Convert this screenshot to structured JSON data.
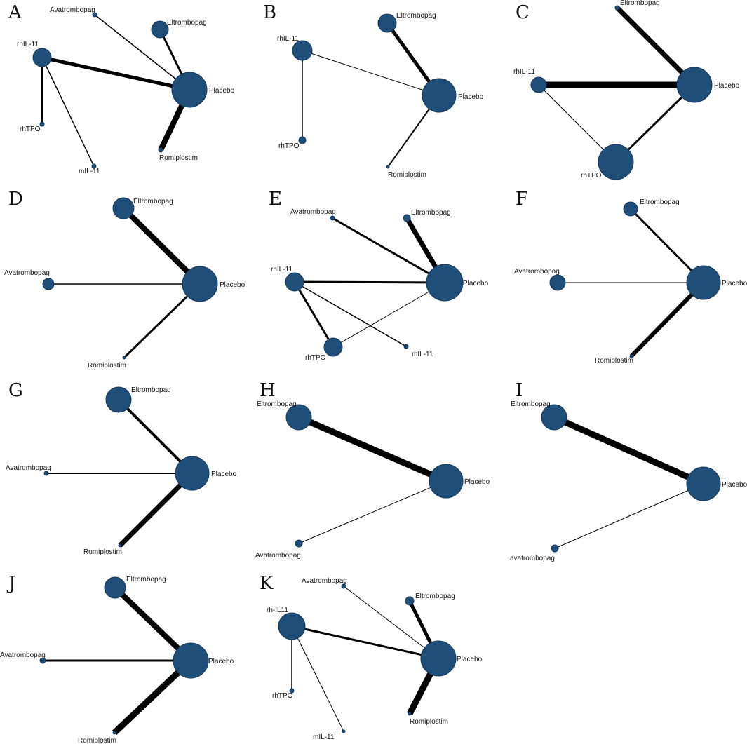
{
  "panels": [
    {
      "letter": "A",
      "nodes": [
        {
          "id": "avatrombopag",
          "label": "Avatrombopag"
        },
        {
          "id": "eltrombopag",
          "label": "Eltrombopag"
        },
        {
          "id": "rhil11",
          "label": "rhIL-11"
        },
        {
          "id": "placebo",
          "label": "Placebo"
        },
        {
          "id": "rhtpo",
          "label": "rhTPO"
        },
        {
          "id": "mil11",
          "label": "mIL-11"
        },
        {
          "id": "romiplostim",
          "label": "Romiplostim"
        }
      ],
      "edges": [
        [
          "avatrombopag",
          "placebo"
        ],
        [
          "eltrombopag",
          "placebo"
        ],
        [
          "rhil11",
          "placebo"
        ],
        [
          "romiplostim",
          "placebo"
        ],
        [
          "rhil11",
          "rhtpo"
        ],
        [
          "rhil11",
          "mil11"
        ]
      ]
    },
    {
      "letter": "B",
      "nodes": [
        {
          "id": "eltrombopag",
          "label": "Eltrombopag"
        },
        {
          "id": "rhil11",
          "label": "rhIL-11"
        },
        {
          "id": "placebo",
          "label": "Placebo"
        },
        {
          "id": "rhtpo",
          "label": "rhTPO"
        },
        {
          "id": "romiplostim",
          "label": "Romiplostim"
        }
      ],
      "edges": [
        [
          "eltrombopag",
          "placebo"
        ],
        [
          "rhil11",
          "placebo"
        ],
        [
          "rhil11",
          "rhtpo"
        ],
        [
          "romiplostim",
          "placebo"
        ]
      ]
    },
    {
      "letter": "C",
      "nodes": [
        {
          "id": "eltrombopag",
          "label": "Eltrombopag"
        },
        {
          "id": "rhil11",
          "label": "rhIL-11"
        },
        {
          "id": "placebo",
          "label": "Placebo"
        },
        {
          "id": "rhtpo",
          "label": "rhTPO"
        }
      ],
      "edges": [
        [
          "eltrombopag",
          "placebo"
        ],
        [
          "rhil11",
          "placebo"
        ],
        [
          "rhil11",
          "rhtpo"
        ],
        [
          "rhtpo",
          "placebo"
        ]
      ]
    },
    {
      "letter": "D",
      "nodes": [
        {
          "id": "eltrombopag",
          "label": "Eltrombopag"
        },
        {
          "id": "avatrombopag",
          "label": "Avatrombopag"
        },
        {
          "id": "placebo",
          "label": "Placebo"
        },
        {
          "id": "romiplostim",
          "label": "Romiplostim"
        }
      ],
      "edges": [
        [
          "eltrombopag",
          "placebo"
        ],
        [
          "avatrombopag",
          "placebo"
        ],
        [
          "romiplostim",
          "placebo"
        ]
      ]
    },
    {
      "letter": "E",
      "nodes": [
        {
          "id": "avatrombopag",
          "label": "Avatrombopag"
        },
        {
          "id": "eltrombopag",
          "label": "Eltrombopag"
        },
        {
          "id": "rhil11",
          "label": "rhIL-11"
        },
        {
          "id": "placebo",
          "label": "Placebo"
        },
        {
          "id": "rhtpo",
          "label": "rhTPO"
        },
        {
          "id": "mil11",
          "label": "mIL-11"
        }
      ],
      "edges": [
        [
          "avatrombopag",
          "placebo"
        ],
        [
          "eltrombopag",
          "placebo"
        ],
        [
          "rhil11",
          "placebo"
        ],
        [
          "rhil11",
          "rhtpo"
        ],
        [
          "rhil11",
          "mil11"
        ],
        [
          "rhtpo",
          "placebo"
        ]
      ]
    },
    {
      "letter": "F",
      "nodes": [
        {
          "id": "eltrombopag",
          "label": "Eltrombopag"
        },
        {
          "id": "avatrombopag",
          "label": "Avatrombopag"
        },
        {
          "id": "placebo",
          "label": "Placebo"
        },
        {
          "id": "romiplostim",
          "label": "Romiplostim"
        }
      ],
      "edges": [
        [
          "eltrombopag",
          "placebo"
        ],
        [
          "avatrombopag",
          "placebo"
        ],
        [
          "romiplostim",
          "placebo"
        ]
      ]
    },
    {
      "letter": "G",
      "nodes": [
        {
          "id": "eltrombopag",
          "label": "Eltrombopag"
        },
        {
          "id": "avatrombopag",
          "label": "Avatrombopag"
        },
        {
          "id": "placebo",
          "label": "Placebo"
        },
        {
          "id": "romiplostim",
          "label": "Romiplostim"
        }
      ],
      "edges": [
        [
          "eltrombopag",
          "placebo"
        ],
        [
          "avatrombopag",
          "placebo"
        ],
        [
          "romiplostim",
          "placebo"
        ]
      ]
    },
    {
      "letter": "H",
      "nodes": [
        {
          "id": "eltrombopag",
          "label": "Eltrombopag"
        },
        {
          "id": "placebo",
          "label": "Placebo"
        },
        {
          "id": "avatrombopag",
          "label": "Avatrombopag"
        }
      ],
      "edges": [
        [
          "eltrombopag",
          "placebo"
        ],
        [
          "avatrombopag",
          "placebo"
        ]
      ]
    },
    {
      "letter": "I",
      "nodes": [
        {
          "id": "eltrombopag",
          "label": "Eltrombopag"
        },
        {
          "id": "placebo",
          "label": "Placebo"
        },
        {
          "id": "avatrombopag",
          "label": "avatrombopag"
        }
      ],
      "edges": [
        [
          "eltrombopag",
          "placebo"
        ],
        [
          "avatrombopag",
          "placebo"
        ]
      ]
    },
    {
      "letter": "J",
      "nodes": [
        {
          "id": "eltrombopag",
          "label": "Eltrombopag"
        },
        {
          "id": "avatrombopag",
          "label": "Avatrombopag"
        },
        {
          "id": "placebo",
          "label": "Placebo"
        },
        {
          "id": "romiplostim",
          "label": "Romiplostim"
        }
      ],
      "edges": [
        [
          "eltrombopag",
          "placebo"
        ],
        [
          "avatrombopag",
          "placebo"
        ],
        [
          "romiplostim",
          "placebo"
        ]
      ]
    },
    {
      "letter": "K",
      "nodes": [
        {
          "id": "avatrombopag",
          "label": "Avatrombopag"
        },
        {
          "id": "eltrombopag",
          "label": "Eltrombopag"
        },
        {
          "id": "rhil11",
          "label": "rh-IL11"
        },
        {
          "id": "placebo",
          "label": "Placebo"
        },
        {
          "id": "rhtpo",
          "label": "rhTPO"
        },
        {
          "id": "mil11",
          "label": "mIL-11"
        },
        {
          "id": "romiplostim",
          "label": "Romiplostim"
        }
      ],
      "edges": [
        [
          "avatrombopag",
          "placebo"
        ],
        [
          "eltrombopag",
          "placebo"
        ],
        [
          "rhil11",
          "placebo"
        ],
        [
          "romiplostim",
          "placebo"
        ],
        [
          "rhil11",
          "rhtpo"
        ],
        [
          "rhil11",
          "mil11"
        ]
      ]
    }
  ]
}
